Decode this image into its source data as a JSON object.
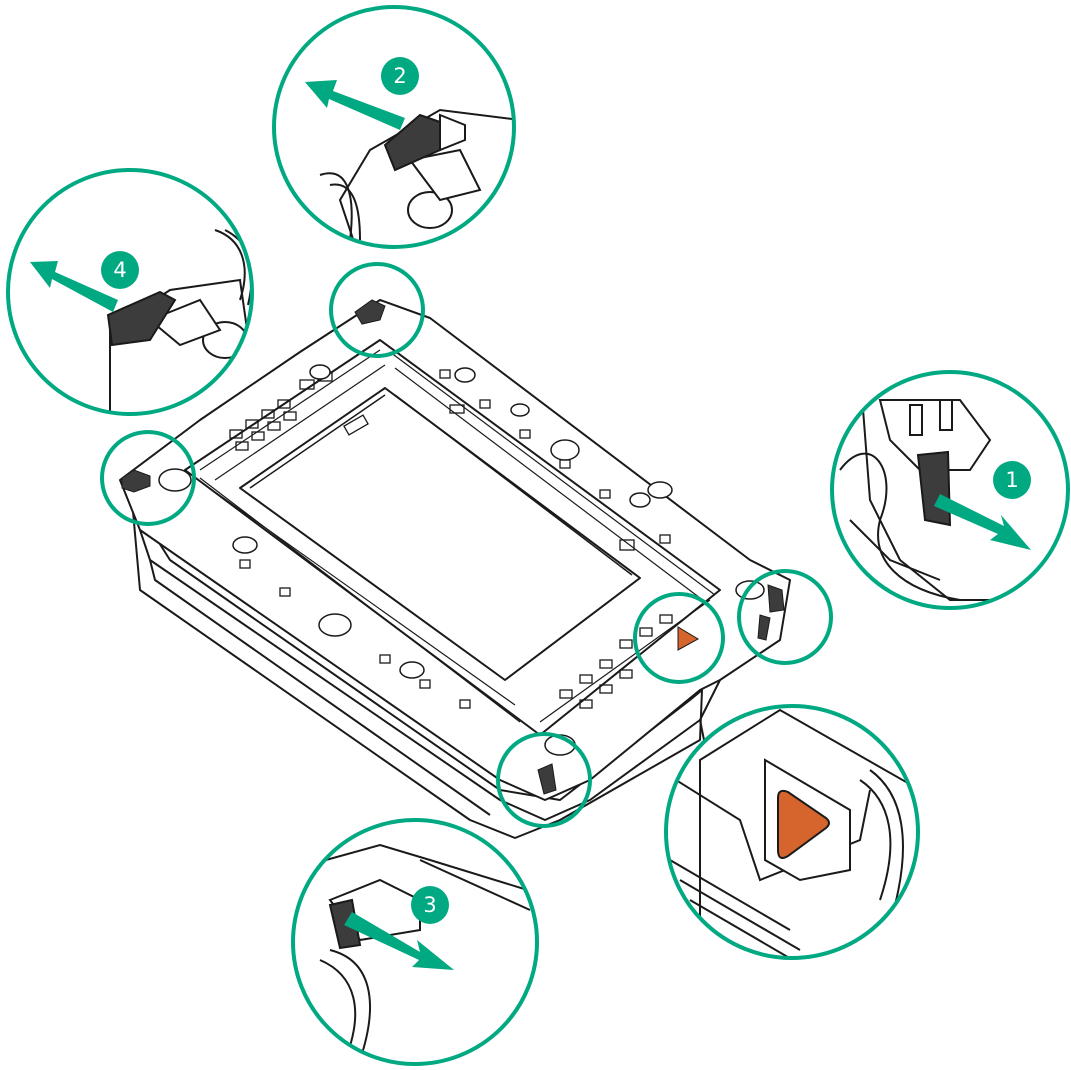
{
  "colors": {
    "callout": "#01A982",
    "line": "#1a1a1a",
    "latch": "#3c3c3c",
    "orange": "#D5652C"
  },
  "steps": [
    {
      "label": "1",
      "direction": "out-right"
    },
    {
      "label": "2",
      "direction": "out-left"
    },
    {
      "label": "3",
      "direction": "out-right"
    },
    {
      "label": "4",
      "direction": "out-left"
    }
  ],
  "icons": [
    "step-arrow-icon",
    "pin-1-triangle-icon",
    "release-latch-icon"
  ]
}
